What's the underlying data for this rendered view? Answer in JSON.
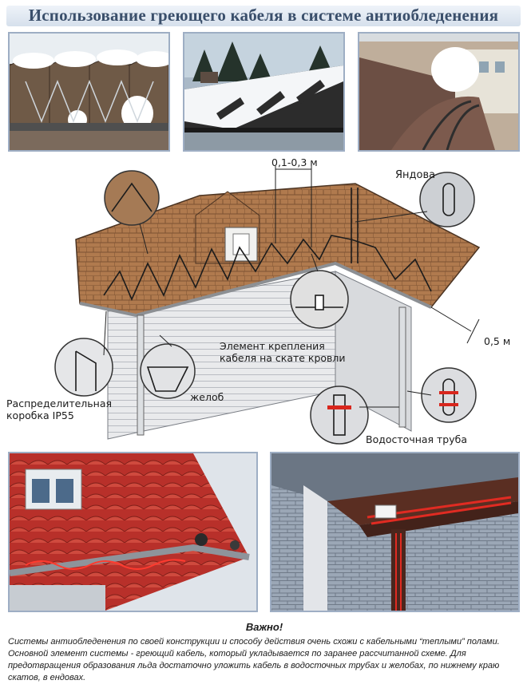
{
  "header": {
    "title": "Использование греющего кабеля в системе антиобледенения"
  },
  "diagram": {
    "labels": {
      "spacing": "0,1-0,3 м",
      "valley": "Яндова",
      "mount_element": "Элемент крепления кабеля на скате кровли",
      "distance": "0,5 м",
      "junction_box": "Распределительная коробка IP55",
      "gutter": "желоб",
      "downpipe": "Водосточная труба"
    }
  },
  "note": {
    "title": "Важно!",
    "text": "Системы антиобледенения по своей конструкции и способу действия очень схожи с кабельными “теплыми” полами. Основной элемент системы - греющий кабель, который укладывается по заранее рассчитанной схеме. Для предотвращения образования льда достаточно уложить кабель в водосточных трубах и желобах, по нижнему краю скатов, в ендовах."
  },
  "colors": {
    "title": "#3a4f6b",
    "roof_shingle": "#b07a4e",
    "cable_red": "#d8261d",
    "frame_border": "#9eaec4"
  }
}
